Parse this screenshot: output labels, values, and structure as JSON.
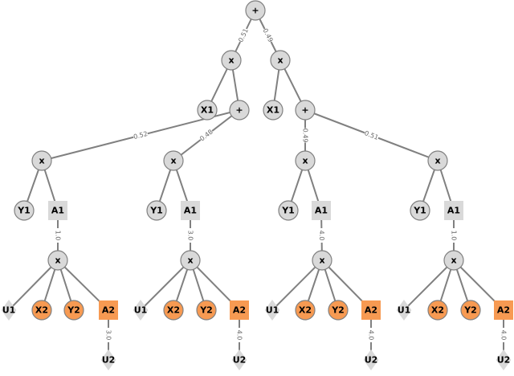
{
  "colors": {
    "gray_node": "#d9d9d9",
    "orange_node": "#f79a52",
    "node_outline": "#808080",
    "edge": "#808080"
  },
  "nodes": [
    {
      "id": "root",
      "label": "+",
      "shape": "circle",
      "fill": "gray"
    },
    {
      "id": "mulL",
      "label": "x",
      "shape": "circle",
      "fill": "gray"
    },
    {
      "id": "mulR",
      "label": "x",
      "shape": "circle",
      "fill": "gray"
    },
    {
      "id": "x1L",
      "label": "X1",
      "shape": "circle",
      "fill": "gray"
    },
    {
      "id": "plusL",
      "label": "+",
      "shape": "circle",
      "fill": "gray"
    },
    {
      "id": "x1R",
      "label": "X1",
      "shape": "circle",
      "fill": "gray"
    },
    {
      "id": "plusR",
      "label": "+",
      "shape": "circle",
      "fill": "gray"
    },
    {
      "id": "m1",
      "label": "x",
      "shape": "circle",
      "fill": "gray"
    },
    {
      "id": "y1a",
      "label": "Y1",
      "shape": "circle",
      "fill": "gray"
    },
    {
      "id": "a1a",
      "label": "A1",
      "shape": "square",
      "fill": "gray"
    },
    {
      "id": "p1",
      "label": "x",
      "shape": "circle",
      "fill": "gray"
    },
    {
      "id": "u1a",
      "label": "U1",
      "shape": "diamond",
      "fill": "gray"
    },
    {
      "id": "x2a",
      "label": "X2",
      "shape": "circle",
      "fill": "orange"
    },
    {
      "id": "y2a",
      "label": "Y2",
      "shape": "circle",
      "fill": "orange"
    },
    {
      "id": "a2a",
      "label": "A2",
      "shape": "square",
      "fill": "orange"
    },
    {
      "id": "u2a",
      "label": "U2",
      "shape": "diamond",
      "fill": "gray"
    },
    {
      "id": "m2",
      "label": "x",
      "shape": "circle",
      "fill": "gray"
    },
    {
      "id": "y1b",
      "label": "Y1",
      "shape": "circle",
      "fill": "gray"
    },
    {
      "id": "a1b",
      "label": "A1",
      "shape": "square",
      "fill": "gray"
    },
    {
      "id": "p2",
      "label": "x",
      "shape": "circle",
      "fill": "gray"
    },
    {
      "id": "u1b",
      "label": "U1",
      "shape": "diamond",
      "fill": "gray"
    },
    {
      "id": "x2b",
      "label": "X2",
      "shape": "circle",
      "fill": "orange"
    },
    {
      "id": "y2b",
      "label": "Y2",
      "shape": "circle",
      "fill": "orange"
    },
    {
      "id": "a2b",
      "label": "A2",
      "shape": "square",
      "fill": "orange"
    },
    {
      "id": "u2b",
      "label": "U2",
      "shape": "diamond",
      "fill": "gray"
    },
    {
      "id": "m3",
      "label": "x",
      "shape": "circle",
      "fill": "gray"
    },
    {
      "id": "y1c",
      "label": "Y1",
      "shape": "circle",
      "fill": "gray"
    },
    {
      "id": "a1c",
      "label": "A1",
      "shape": "square",
      "fill": "gray"
    },
    {
      "id": "p3",
      "label": "x",
      "shape": "circle",
      "fill": "gray"
    },
    {
      "id": "u1c",
      "label": "U1",
      "shape": "diamond",
      "fill": "gray"
    },
    {
      "id": "x2c",
      "label": "X2",
      "shape": "circle",
      "fill": "orange"
    },
    {
      "id": "y2c",
      "label": "Y2",
      "shape": "circle",
      "fill": "orange"
    },
    {
      "id": "a2c",
      "label": "A2",
      "shape": "square",
      "fill": "orange"
    },
    {
      "id": "u2c",
      "label": "U2",
      "shape": "diamond",
      "fill": "gray"
    },
    {
      "id": "m4",
      "label": "x",
      "shape": "circle",
      "fill": "gray"
    },
    {
      "id": "y1d",
      "label": "Y1",
      "shape": "circle",
      "fill": "gray"
    },
    {
      "id": "a1d",
      "label": "A1",
      "shape": "square",
      "fill": "gray"
    },
    {
      "id": "p4",
      "label": "x",
      "shape": "circle",
      "fill": "gray"
    },
    {
      "id": "u1d",
      "label": "U1",
      "shape": "diamond",
      "fill": "gray"
    },
    {
      "id": "x2d",
      "label": "X2",
      "shape": "circle",
      "fill": "orange"
    },
    {
      "id": "y2d",
      "label": "Y2",
      "shape": "circle",
      "fill": "orange"
    },
    {
      "id": "a2d",
      "label": "A2",
      "shape": "square",
      "fill": "orange"
    },
    {
      "id": "u2d",
      "label": "U2",
      "shape": "diamond",
      "fill": "gray"
    }
  ],
  "edges": [
    {
      "from": "root",
      "to": "mulL",
      "label": "0.51"
    },
    {
      "from": "root",
      "to": "mulR",
      "label": "0.49"
    },
    {
      "from": "mulL",
      "to": "x1L",
      "label": ""
    },
    {
      "from": "mulL",
      "to": "plusL",
      "label": ""
    },
    {
      "from": "mulR",
      "to": "x1R",
      "label": ""
    },
    {
      "from": "mulR",
      "to": "plusR",
      "label": ""
    },
    {
      "from": "plusL",
      "to": "m1",
      "label": "0.52"
    },
    {
      "from": "plusL",
      "to": "m2",
      "label": "0.48"
    },
    {
      "from": "plusR",
      "to": "m3",
      "label": "0.49"
    },
    {
      "from": "plusR",
      "to": "m4",
      "label": "0.51"
    },
    {
      "from": "m1",
      "to": "y1a",
      "label": ""
    },
    {
      "from": "m1",
      "to": "a1a",
      "label": ""
    },
    {
      "from": "a1a",
      "to": "p1",
      "label": "1.0"
    },
    {
      "from": "p1",
      "to": "u1a",
      "label": ""
    },
    {
      "from": "p1",
      "to": "x2a",
      "label": ""
    },
    {
      "from": "p1",
      "to": "y2a",
      "label": ""
    },
    {
      "from": "p1",
      "to": "a2a",
      "label": ""
    },
    {
      "from": "a2a",
      "to": "u2a",
      "label": "3.0"
    },
    {
      "from": "m2",
      "to": "y1b",
      "label": ""
    },
    {
      "from": "m2",
      "to": "a1b",
      "label": ""
    },
    {
      "from": "a1b",
      "to": "p2",
      "label": "3.0"
    },
    {
      "from": "p2",
      "to": "u1b",
      "label": ""
    },
    {
      "from": "p2",
      "to": "x2b",
      "label": ""
    },
    {
      "from": "p2",
      "to": "y2b",
      "label": ""
    },
    {
      "from": "p2",
      "to": "a2b",
      "label": ""
    },
    {
      "from": "a2b",
      "to": "u2b",
      "label": "4.0"
    },
    {
      "from": "m3",
      "to": "y1c",
      "label": ""
    },
    {
      "from": "m3",
      "to": "a1c",
      "label": ""
    },
    {
      "from": "a1c",
      "to": "p3",
      "label": "4.0"
    },
    {
      "from": "p3",
      "to": "u1c",
      "label": ""
    },
    {
      "from": "p3",
      "to": "x2c",
      "label": ""
    },
    {
      "from": "p3",
      "to": "y2c",
      "label": ""
    },
    {
      "from": "p3",
      "to": "a2c",
      "label": ""
    },
    {
      "from": "a2c",
      "to": "u2c",
      "label": "4.0"
    },
    {
      "from": "m4",
      "to": "y1d",
      "label": ""
    },
    {
      "from": "m4",
      "to": "a1d",
      "label": ""
    },
    {
      "from": "a1d",
      "to": "p4",
      "label": "1.0"
    },
    {
      "from": "p4",
      "to": "u1d",
      "label": ""
    },
    {
      "from": "p4",
      "to": "x2d",
      "label": ""
    },
    {
      "from": "p4",
      "to": "y2d",
      "label": ""
    },
    {
      "from": "p4",
      "to": "a2d",
      "label": ""
    },
    {
      "from": "a2d",
      "to": "u2d",
      "label": "4.0"
    }
  ]
}
